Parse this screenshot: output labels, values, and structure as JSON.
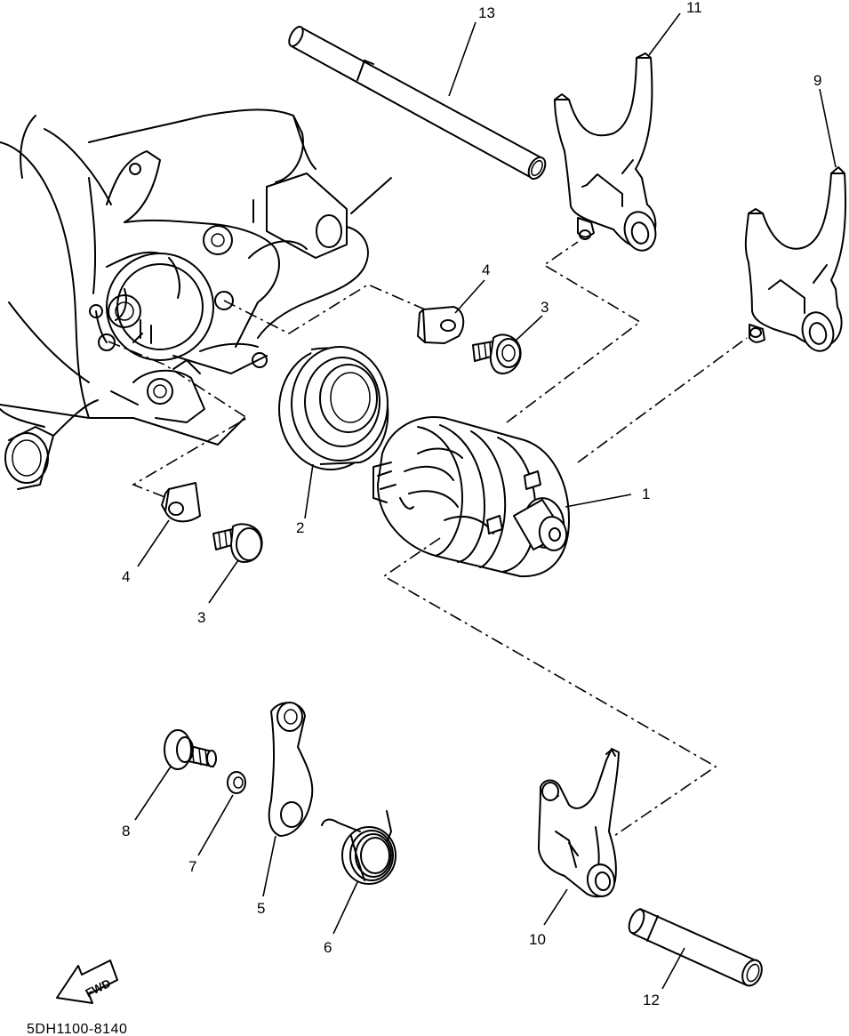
{
  "diagram": {
    "code": "5DH1100-8140",
    "fwd_label": "FWD",
    "callouts": {
      "n1": "1",
      "n2": "2",
      "n3a": "3",
      "n3b": "3",
      "n4a": "4",
      "n4b": "4",
      "n5": "5",
      "n6": "6",
      "n7": "7",
      "n8": "8",
      "n9": "9",
      "n10": "10",
      "n11": "11",
      "n12": "12",
      "n13": "13"
    }
  }
}
